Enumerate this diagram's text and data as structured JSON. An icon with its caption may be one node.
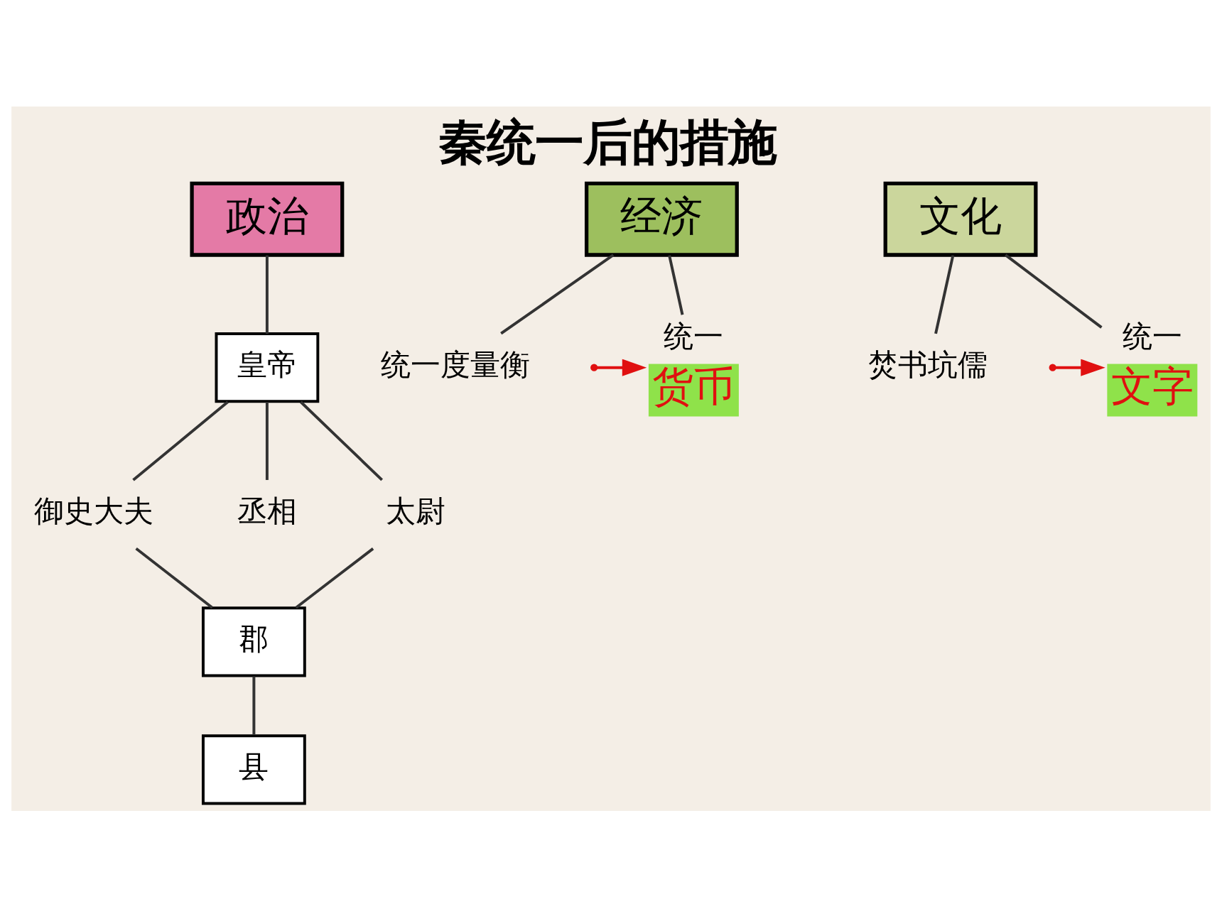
{
  "diagram": {
    "title": "秦统一后的措施",
    "nodes": [
      {
        "text": [
          "政治"
        ]
      },
      {
        "text": [
          "皇帝"
        ]
      },
      {
        "text": [
          "御史大夫"
        ]
      },
      {
        "text": [
          "丞相"
        ]
      },
      {
        "text": [
          "太尉"
        ]
      },
      {
        "text": [
          "郡"
        ]
      },
      {
        "text": [
          "县"
        ]
      },
      {
        "text": [
          "经济"
        ]
      },
      {
        "text": [
          "统一度量衡"
        ]
      },
      {
        "text": [
          "统一",
          "货币"
        ]
      },
      {
        "text": [
          "文化"
        ]
      },
      {
        "text": [
          "焚书坑儒"
        ]
      },
      {
        "text": [
          "统一",
          "文字"
        ]
      }
    ],
    "edges": [
      {
        "from": 0,
        "to": 1,
        "arrow": "none"
      },
      {
        "from": 1,
        "to": 2,
        "arrow": "none"
      },
      {
        "from": 1,
        "to": 3,
        "arrow": "none"
      },
      {
        "from": 1,
        "to": 4,
        "arrow": "none"
      },
      {
        "from": 2,
        "to": 5,
        "arrow": "none"
      },
      {
        "from": 4,
        "to": 5,
        "arrow": "none"
      },
      {
        "from": 5,
        "to": 6,
        "arrow": "none"
      },
      {
        "from": 7,
        "to": 8,
        "arrow": "none"
      },
      {
        "from": 7,
        "to": 9,
        "arrow": "none"
      },
      {
        "from": 10,
        "to": 11,
        "arrow": "none"
      },
      {
        "from": 10,
        "to": 12,
        "arrow": "none"
      },
      {
        "from": null,
        "to": 9,
        "arrow": "to",
        "color": "#e01010"
      },
      {
        "from": null,
        "to": 12,
        "arrow": "to",
        "color": "#e01010"
      }
    ]
  }
}
